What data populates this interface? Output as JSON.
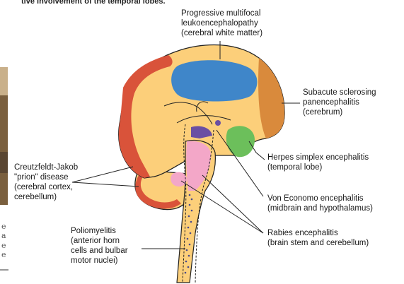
{
  "top_cut_text": "tive involvement of the temporal lobes.",
  "left_fragments": [
    "e",
    "a",
    "e",
    "e"
  ],
  "labels": {
    "pml": [
      "Progressive multifocal",
      "leukoencephalopathy",
      "(cerebral white matter)"
    ],
    "sspe": [
      "Subacute sclerosing",
      "panencephalitis",
      "(cerebrum)"
    ],
    "hse": [
      "Herpes simplex encephalitis",
      "(temporal lobe)"
    ],
    "von": [
      "Von Economo encephalitis",
      "(midbrain and hypothalamus)"
    ],
    "rabies": [
      "Rabies encephalitis",
      "(brain stem and cerebellum)"
    ],
    "cjd": [
      "Creutzfeldt-Jakob",
      "\"prion\" disease",
      "(cerebral cortex,",
      "cerebellum)"
    ],
    "polio": [
      "Poliomyelitis",
      "(anterior horn",
      "cells and bulbar",
      "motor nuclei)"
    ]
  },
  "colors": {
    "brain": "#fccf7a",
    "cortex_red": "#d9533a",
    "white_matter_blue": "#3f86c9",
    "cerebrum_orange": "#d98a3c",
    "temporal_green": "#6cbf5b",
    "midbrain_purple": "#6a4fa3",
    "brainstem_pink": "#f3a7c8",
    "polio_dots": "#4a4a8a"
  }
}
